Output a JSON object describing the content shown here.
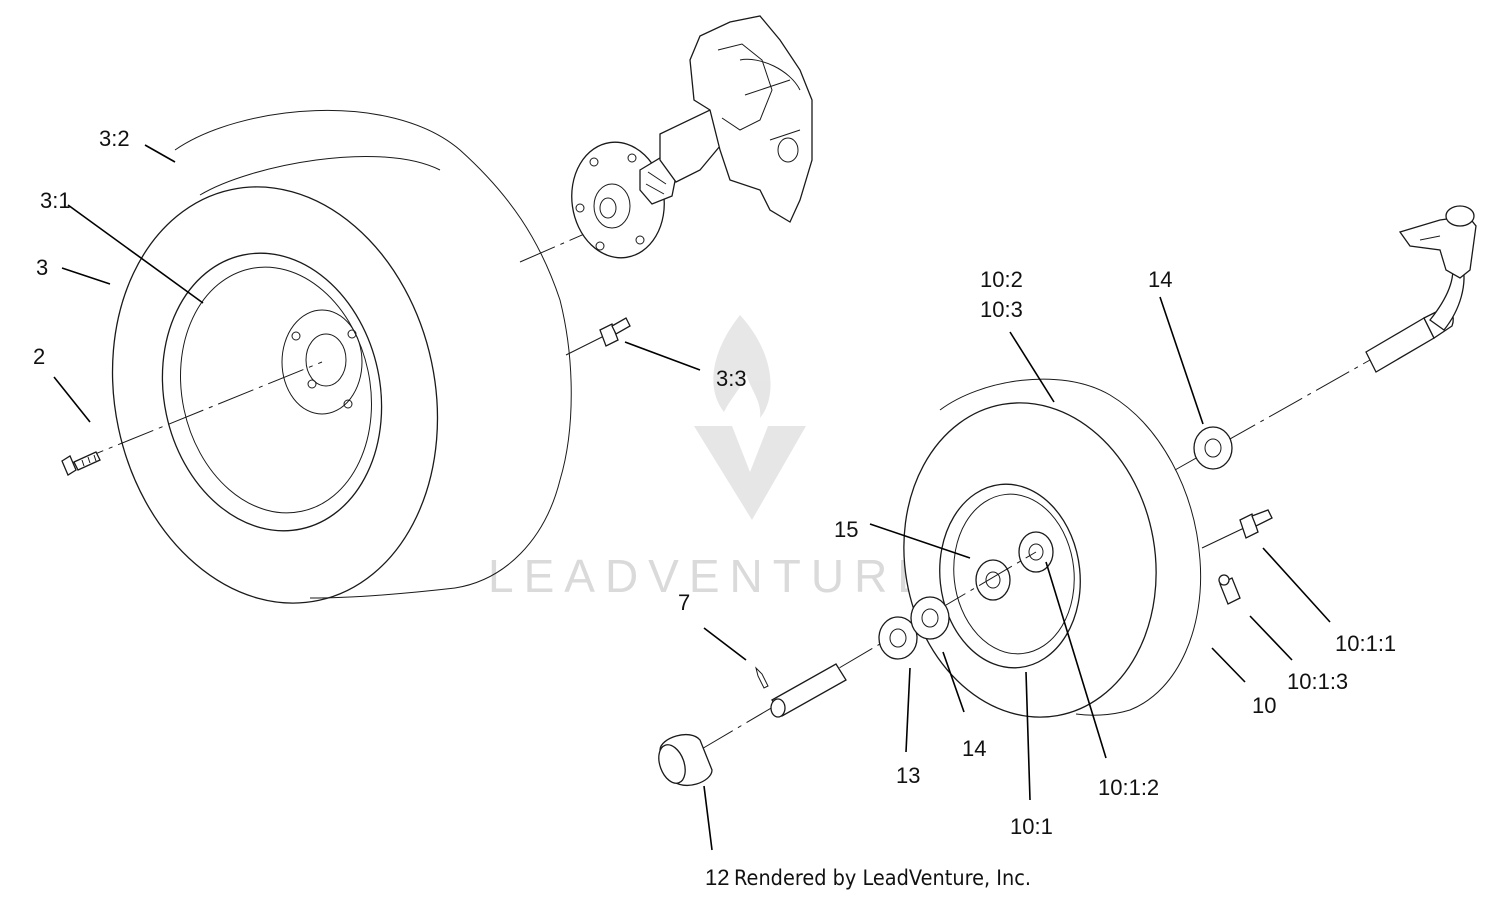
{
  "callouts": [
    {
      "id": "3-2",
      "text": "3:2"
    },
    {
      "id": "3-1",
      "text": "3:1"
    },
    {
      "id": "3",
      "text": "3"
    },
    {
      "id": "2",
      "text": "2"
    },
    {
      "id": "3-3",
      "text": "3:3"
    },
    {
      "id": "10-2",
      "text": "10:2"
    },
    {
      "id": "10-3",
      "text": "10:3"
    },
    {
      "id": "14-top",
      "text": "14"
    },
    {
      "id": "15",
      "text": "15"
    },
    {
      "id": "7",
      "text": "7"
    },
    {
      "id": "10-1-1",
      "text": "10:1:1"
    },
    {
      "id": "10-1-3",
      "text": "10:1:3"
    },
    {
      "id": "10",
      "text": "10"
    },
    {
      "id": "14-bottom",
      "text": "14"
    },
    {
      "id": "13",
      "text": "13"
    },
    {
      "id": "10-1-2",
      "text": "10:1:2"
    },
    {
      "id": "10-1",
      "text": "10:1"
    },
    {
      "id": "12",
      "text": "12"
    }
  ],
  "watermark": {
    "text": "LEADVENTURE"
  },
  "credit": {
    "text": "Rendered by LeadVenture, Inc."
  }
}
